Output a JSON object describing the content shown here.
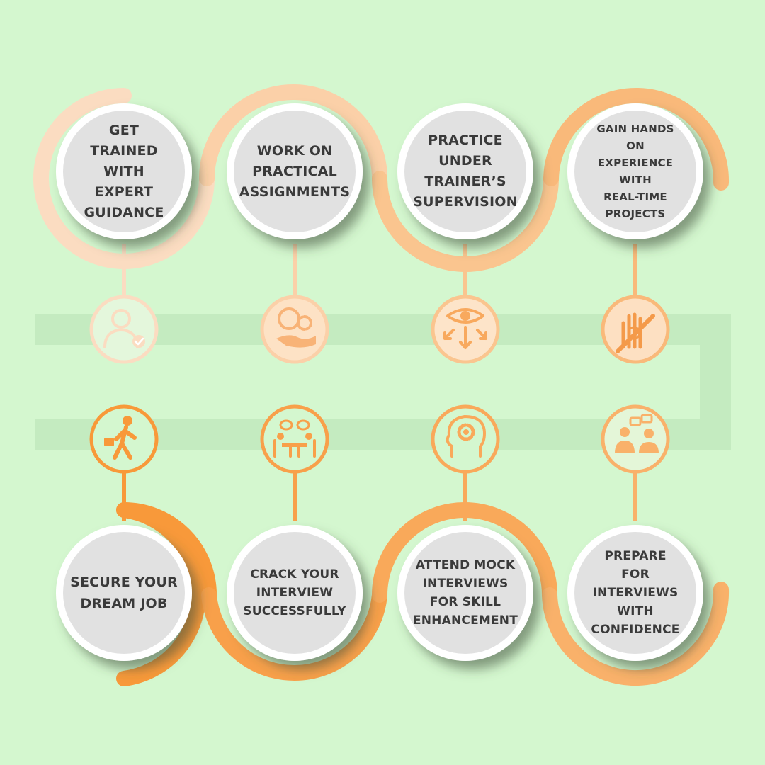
{
  "colors": {
    "background": "#d4f7cf",
    "track": "#c4ebc0",
    "circle_fill": "#e1e1e1",
    "text": "#3a3a3a",
    "ring_shades": [
      "#fbdcc1",
      "#fbd0a8",
      "#fac58f",
      "#f9b97a",
      "#f9b16a",
      "#f9a95a",
      "#f8a04a",
      "#f89939"
    ]
  },
  "steps": [
    {
      "id": 1,
      "label": "GET\nTRAINED\nWITH\nEXPERT\nGUIDANCE",
      "icon": "person-check-icon"
    },
    {
      "id": 2,
      "label": "WORK ON\nPRACTICAL\nASSIGNMENTS",
      "icon": "brain-gear-hand-icon"
    },
    {
      "id": 3,
      "label": "PRACTICE\nUNDER\nTRAINER’S\nSUPERVISION",
      "icon": "eye-arrows-icon"
    },
    {
      "id": 4,
      "label": "GAIN HANDS\nON\nEXPERIENCE\nWITH\nREAL-TIME\nPROJECTS",
      "icon": "hand-gear-pencil-icon"
    },
    {
      "id": 5,
      "label": "PREPARE\nFOR\nINTERVIEWS\nWITH\nCONFIDENCE",
      "icon": "people-chat-icon"
    },
    {
      "id": 6,
      "label": "ATTEND MOCK\nINTERVIEWS\nFOR SKILL\nENHANCEMENT",
      "icon": "head-gear-icon"
    },
    {
      "id": 7,
      "label": "CRACK YOUR\nINTERVIEW\nSUCCESSFULLY",
      "icon": "meeting-table-icon"
    },
    {
      "id": 8,
      "label": "SECURE YOUR\nDREAM JOB",
      "icon": "walking-businessman-icon"
    }
  ]
}
